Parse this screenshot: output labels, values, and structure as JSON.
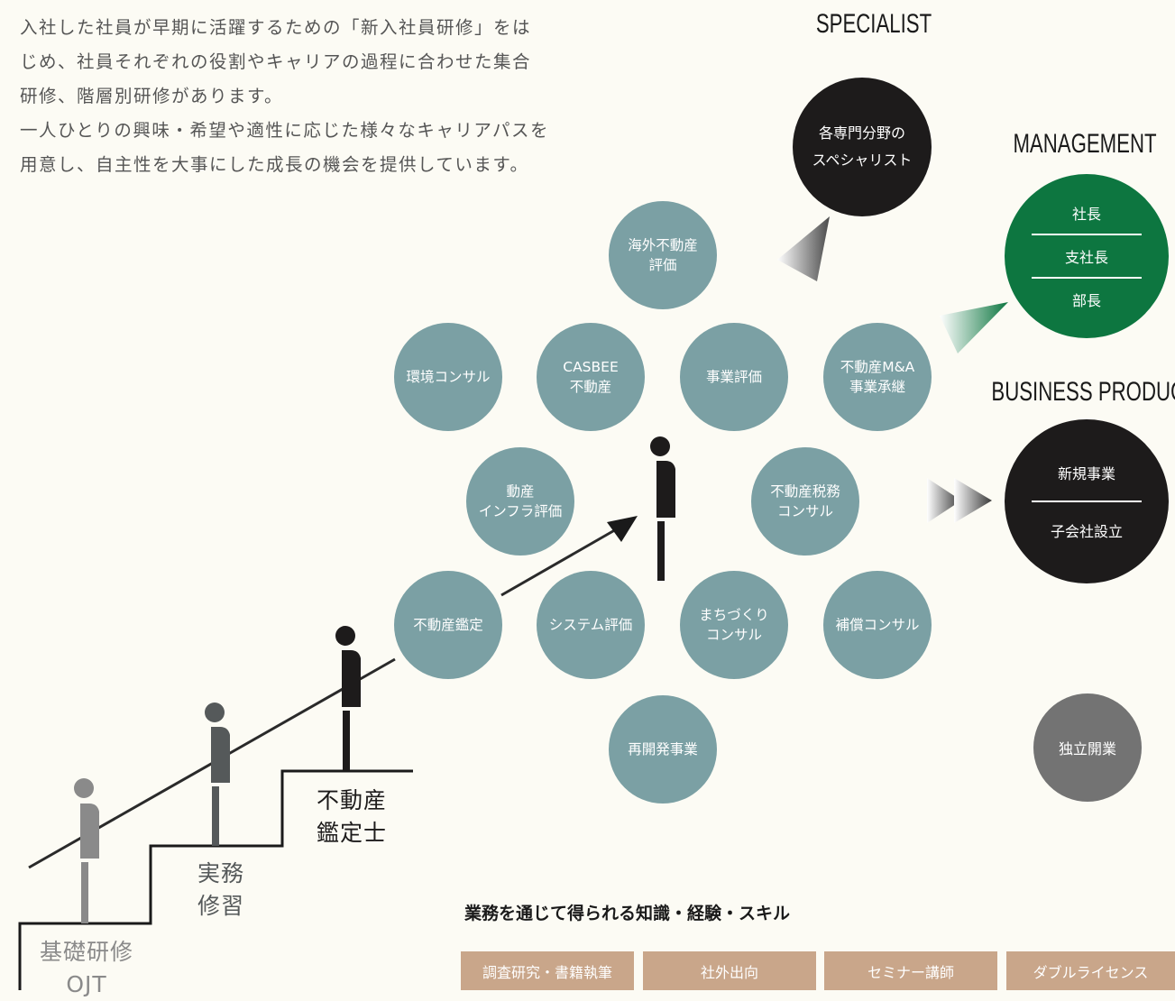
{
  "intro": {
    "lines": [
      "入社した社員が早期に活躍するための「新入社員研修」をは",
      "じめ、社員それぞれの役割やキャリアの過程に合わせた集合",
      "研修、階層別研修があります。",
      "一人ひとりの興味・希望や適性に応じた様々なキャリアパスを",
      "用意し、自主性を大事にした成長の機会を提供しています。"
    ]
  },
  "steps": {
    "step1": "基礎研修\nOJT",
    "step2": "実務\n修習",
    "step3": "不動産\n鑑定士"
  },
  "skills": [
    "海外不動産\n評価",
    "環境コンサル",
    "CASBEE\n不動産",
    "事業評価",
    "不動産M&A\n事業承継",
    "動産\nインフラ評価",
    "不動産税務\nコンサル",
    "不動産鑑定",
    "システム評価",
    "まちづくり\nコンサル",
    "補償コンサル",
    "再開発事業"
  ],
  "careers": {
    "specialist": {
      "heading": "SPECIALIST",
      "lines": [
        "各専門分野の",
        "スペシャリスト"
      ]
    },
    "management": {
      "heading": "MANAGEMENT",
      "items": [
        "社長",
        "支社長",
        "部長"
      ]
    },
    "business_produce": {
      "heading": "BUSINESS PRODUCE",
      "items": [
        "新規事業",
        "子会社設立"
      ]
    },
    "independent": "独立開業"
  },
  "knowledge": {
    "title": "業務を通じて得られる知識・経験・スキル",
    "items": [
      "調査研究・書籍執筆",
      "社外出向",
      "セミナー講師",
      "ダブルライセンス"
    ]
  },
  "colors": {
    "background": "#fcfbf4",
    "skill_circle": "#7ba0a4",
    "dark_circle": "#1d1b1b",
    "management_circle": "#0d7640",
    "independent_circle": "#737373",
    "knowledge_button": "#c9a68a"
  }
}
